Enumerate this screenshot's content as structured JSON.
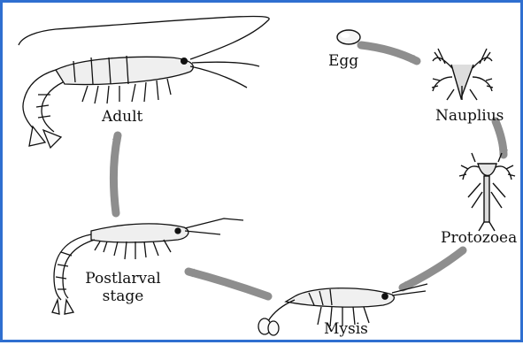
{
  "diagram": {
    "stages": {
      "egg": "Egg",
      "nauplius": "Nauplius",
      "protozoea": "Protozoea",
      "mysis": "Mysis",
      "postlarval": "Postlarval stage",
      "adult": "Adult"
    }
  },
  "colors": {
    "border": "#2f6fd0",
    "arrow": "#8e8e8e",
    "ink": "#111111"
  },
  "icons": [
    "egg-illustration",
    "nauplius-illustration",
    "protozoea-illustration",
    "mysis-illustration",
    "postlarva-illustration",
    "adult-shrimp-illustration"
  ]
}
